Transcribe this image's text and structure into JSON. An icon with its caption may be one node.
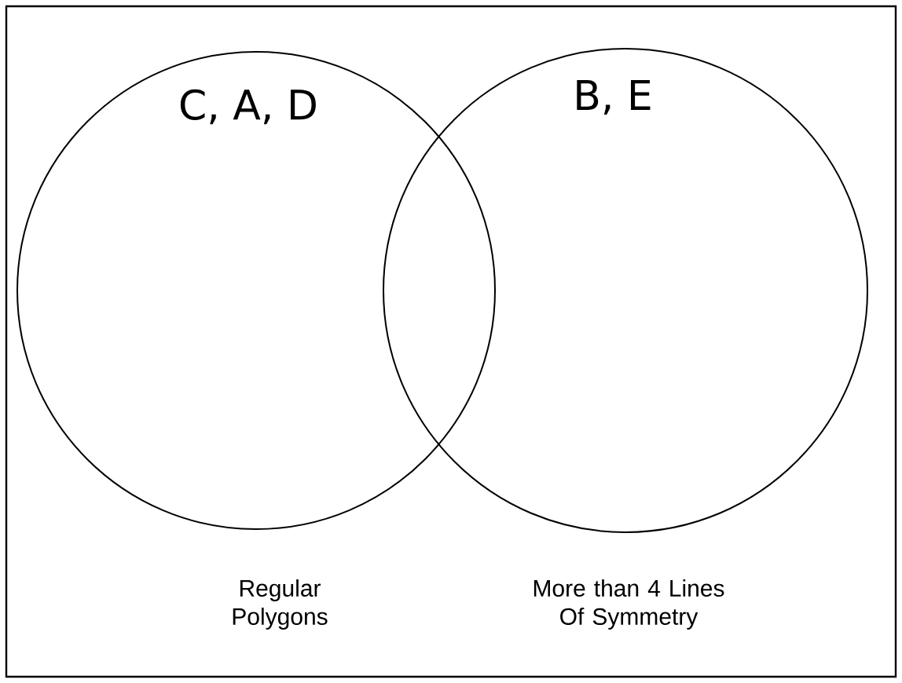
{
  "diagram": {
    "nodes": [
      {
        "text": [
          "C, A, D",
          "Regular Polygons"
        ]
      },
      {
        "text": [
          "B, E",
          "More than 4 Lines Of Symmetry"
        ]
      }
    ]
  }
}
